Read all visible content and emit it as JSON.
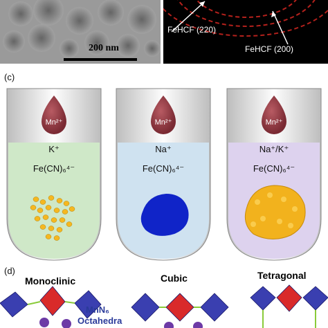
{
  "panel_c_label": "(c)",
  "panel_d_label": "(d)",
  "tem": {
    "scale_bar": "200 nm"
  },
  "saed": {
    "ring1": "FeHCF (220)",
    "ring2": "FeHCF (200)"
  },
  "tubes": [
    {
      "drop": "Mn²⁺",
      "cation": "K⁺",
      "anion": "Fe(CN)₆⁴⁻",
      "fill": "#cfe8c8",
      "particle": "#f5b820"
    },
    {
      "drop": "Mn²⁺",
      "cation": "Na⁺",
      "anion": "Fe(CN)₆⁴⁻",
      "fill": "#cfe2f0",
      "particle": "#1024c8"
    },
    {
      "drop": "Mn²⁺",
      "cation": "Na⁺/K⁺",
      "anion": "Fe(CN)₆⁴⁻",
      "fill": "#ddd2ee",
      "particle": "#f2b21d"
    }
  ],
  "structures": {
    "monoclinic": "Monoclinic",
    "cubic": "Cubic",
    "tetragonal": "Tetragonal",
    "mnn6_line1": "MnN₆",
    "mnn6_line2": "Octahedra"
  }
}
